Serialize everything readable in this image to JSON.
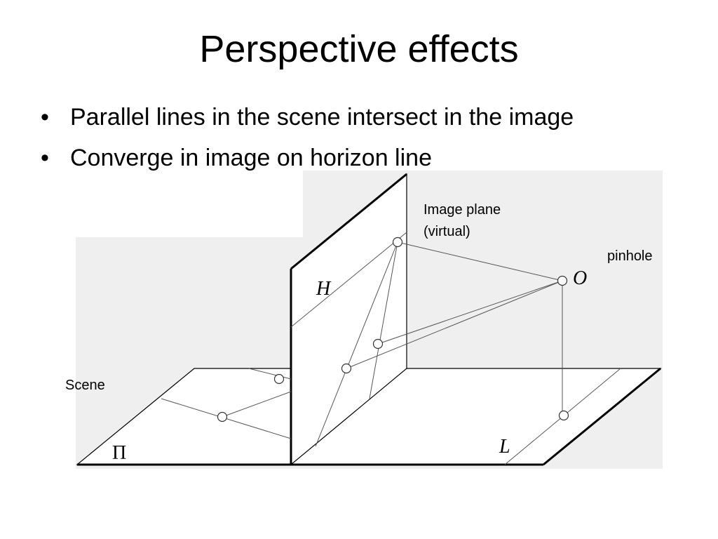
{
  "slide": {
    "title": "Perspective effects",
    "bullets": [
      "Parallel lines in the scene intersect in the image",
      "Converge in image on horizon line"
    ]
  },
  "diagram": {
    "labels": {
      "image_plane_line1": "Image plane",
      "image_plane_line2": "(virtual)",
      "pinhole": "pinhole",
      "scene": "Scene",
      "horizon": "H",
      "optical_center": "O",
      "ground_plane": "Π",
      "line_L": "L"
    },
    "colors": {
      "panel": "#efefef",
      "stroke": "#000000",
      "thin": "#555555"
    }
  }
}
